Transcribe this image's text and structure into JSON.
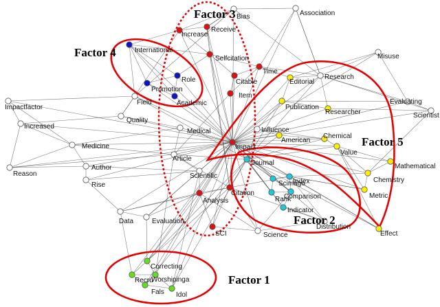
{
  "factors": [
    {
      "id": "f1",
      "label": "Factor 1"
    },
    {
      "id": "f2",
      "label": "Factor 2"
    },
    {
      "id": "f3",
      "label": "Factor 3"
    },
    {
      "id": "f4",
      "label": "Factor 4"
    },
    {
      "id": "f5",
      "label": "Factor 5"
    }
  ],
  "colors": {
    "default": "#ffffff",
    "f1": "#66dd22",
    "f2": "#22c8d8",
    "f3": "#dd1111",
    "f4": "#1111cc",
    "f5": "#ffee00",
    "hull": "#e60000"
  },
  "nodes": [
    {
      "id": "bias",
      "label": "Bias",
      "group": "default"
    },
    {
      "id": "association",
      "label": "Association",
      "group": "default"
    },
    {
      "id": "misuse",
      "label": "Misuse",
      "group": "default"
    },
    {
      "id": "evaluating",
      "label": "Evaluating",
      "group": "default"
    },
    {
      "id": "scientist",
      "label": "Scientist",
      "group": "default"
    },
    {
      "id": "impactfactor",
      "label": "Impactfactor",
      "group": "default"
    },
    {
      "id": "increased",
      "label": "Increased",
      "group": "default"
    },
    {
      "id": "medicine",
      "label": "Medicine",
      "group": "default"
    },
    {
      "id": "reason",
      "label": "Reason",
      "group": "default"
    },
    {
      "id": "author",
      "label": "Author",
      "group": "default"
    },
    {
      "id": "rise",
      "label": "Rise",
      "group": "default"
    },
    {
      "id": "data",
      "label": "Data",
      "group": "default"
    },
    {
      "id": "evaluation",
      "label": "Evaluation",
      "group": "default"
    },
    {
      "id": "science",
      "label": "Science",
      "group": "default"
    },
    {
      "id": "distribution",
      "label": "Distribution",
      "group": "default"
    },
    {
      "id": "field",
      "label": "Field",
      "group": "default"
    },
    {
      "id": "quality",
      "label": "Quality",
      "group": "default"
    },
    {
      "id": "medical",
      "label": "Medical",
      "group": "default"
    },
    {
      "id": "article",
      "label": "Article",
      "group": "default"
    },
    {
      "id": "scientific",
      "label": "Scientific",
      "group": "default"
    },
    {
      "id": "influence",
      "label": "Influence",
      "group": "default"
    },
    {
      "id": "increase",
      "label": "Increase",
      "group": "f3"
    },
    {
      "id": "receive",
      "label": "Receive",
      "group": "f3"
    },
    {
      "id": "selfcitation",
      "label": "Selfcitation",
      "group": "f3"
    },
    {
      "id": "time",
      "label": "Time",
      "group": "f3"
    },
    {
      "id": "citable",
      "label": "Citable",
      "group": "f3"
    },
    {
      "id": "item",
      "label": "Item",
      "group": "f3"
    },
    {
      "id": "impact",
      "label": "Impact",
      "group": "f3"
    },
    {
      "id": "citation",
      "label": "Citation",
      "group": "f3"
    },
    {
      "id": "analysis",
      "label": "Analysis",
      "group": "f3"
    },
    {
      "id": "sci",
      "label": "SCI",
      "group": "f3"
    },
    {
      "id": "international",
      "label": "International",
      "group": "f4"
    },
    {
      "id": "role",
      "label": "Role",
      "group": "f4"
    },
    {
      "id": "promotion",
      "label": "Promotion",
      "group": "f4"
    },
    {
      "id": "academic",
      "label": "Academic",
      "group": "f4"
    },
    {
      "id": "editorial",
      "label": "Editorial",
      "group": "f5"
    },
    {
      "id": "research",
      "label": "Research",
      "group": "default"
    },
    {
      "id": "publication",
      "label": "Publication",
      "group": "f5"
    },
    {
      "id": "researcher",
      "label": "Researcher",
      "group": "f5"
    },
    {
      "id": "american",
      "label": "American",
      "group": "f5"
    },
    {
      "id": "chemical",
      "label": "Chemical",
      "group": "f5"
    },
    {
      "id": "value",
      "label": "Value",
      "group": "f5"
    },
    {
      "id": "mathematical",
      "label": "Mathematical",
      "group": "f5"
    },
    {
      "id": "chemistry",
      "label": "Chemistry",
      "group": "f5"
    },
    {
      "id": "metric",
      "label": "Metric",
      "group": "f5"
    },
    {
      "id": "effect",
      "label": "Effect",
      "group": "f5"
    },
    {
      "id": "journal",
      "label": "Journal",
      "group": "f2"
    },
    {
      "id": "index",
      "label": "Index",
      "group": "f2"
    },
    {
      "id": "scimago",
      "label": "Scimago",
      "group": "f2"
    },
    {
      "id": "rank",
      "label": "Rank",
      "group": "f2"
    },
    {
      "id": "comparison",
      "label": "Comparison",
      "group": "f2"
    },
    {
      "id": "indicator",
      "label": "Indicator",
      "group": "f2"
    },
    {
      "id": "correcting",
      "label": "Correcting",
      "group": "f1"
    },
    {
      "id": "recruit",
      "label": "Recru",
      "group": "f1"
    },
    {
      "id": "worshiping",
      "label": "Worshipinga",
      "group": "f1"
    },
    {
      "id": "false",
      "label": "Fals",
      "group": "f1"
    },
    {
      "id": "idol",
      "label": "Idol",
      "group": "f1"
    }
  ],
  "edges": [
    [
      "impact",
      "citation"
    ],
    [
      "impact",
      "journal"
    ],
    [
      "impact",
      "article"
    ],
    [
      "impact",
      "influence"
    ],
    [
      "impact",
      "medical"
    ],
    [
      "impact",
      "scientific"
    ],
    [
      "impact",
      "selfcitation"
    ],
    [
      "impact",
      "increase"
    ],
    [
      "impact",
      "receive"
    ],
    [
      "impact",
      "time"
    ],
    [
      "impact",
      "citable"
    ],
    [
      "impact",
      "item"
    ],
    [
      "impact",
      "analysis"
    ],
    [
      "impact",
      "sci"
    ],
    [
      "impact",
      "international"
    ],
    [
      "impact",
      "role"
    ],
    [
      "impact",
      "promotion"
    ],
    [
      "impact",
      "academic"
    ],
    [
      "impact",
      "field"
    ],
    [
      "impact",
      "quality"
    ],
    [
      "impact",
      "editorial"
    ],
    [
      "impact",
      "research"
    ],
    [
      "impact",
      "publication"
    ],
    [
      "impact",
      "researcher"
    ],
    [
      "impact",
      "american"
    ],
    [
      "impact",
      "chemical"
    ],
    [
      "impact",
      "value"
    ],
    [
      "impact",
      "index"
    ],
    [
      "impact",
      "scimago"
    ],
    [
      "impact",
      "rank"
    ],
    [
      "impact",
      "comparison"
    ],
    [
      "impact",
      "indicator"
    ],
    [
      "impact",
      "correcting"
    ],
    [
      "impact",
      "recruit"
    ],
    [
      "impact",
      "worshiping"
    ],
    [
      "impact",
      "false"
    ],
    [
      "impact",
      "idol"
    ],
    [
      "impact",
      "medicine"
    ],
    [
      "impact",
      "author"
    ],
    [
      "impact",
      "increased"
    ],
    [
      "impact",
      "impactfactor"
    ],
    [
      "impact",
      "reason"
    ],
    [
      "impact",
      "rise"
    ],
    [
      "impact",
      "data"
    ],
    [
      "impact",
      "evaluation"
    ],
    [
      "impact",
      "science"
    ],
    [
      "impact",
      "distribution"
    ],
    [
      "impact",
      "association"
    ],
    [
      "impact",
      "bias"
    ],
    [
      "impact",
      "misuse"
    ],
    [
      "impact",
      "evaluating"
    ],
    [
      "impact",
      "scientist"
    ],
    [
      "impact",
      "mathematical"
    ],
    [
      "impact",
      "chemistry"
    ],
    [
      "impact",
      "metric"
    ],
    [
      "impact",
      "effect"
    ],
    [
      "journal",
      "index"
    ],
    [
      "journal",
      "scimago"
    ],
    [
      "journal",
      "rank"
    ],
    [
      "journal",
      "comparison"
    ],
    [
      "journal",
      "indicator"
    ],
    [
      "journal",
      "citation"
    ],
    [
      "journal",
      "article"
    ],
    [
      "journal",
      "publication"
    ],
    [
      "journal",
      "research"
    ],
    [
      "journal",
      "correcting"
    ],
    [
      "journal",
      "idol"
    ],
    [
      "journal",
      "false"
    ],
    [
      "journal",
      "value"
    ],
    [
      "journal",
      "chemical"
    ],
    [
      "journal",
      "american"
    ],
    [
      "journal",
      "influence"
    ],
    [
      "journal",
      "field"
    ],
    [
      "journal",
      "effect"
    ],
    [
      "citation",
      "analysis"
    ],
    [
      "citation",
      "selfcitation"
    ],
    [
      "citation",
      "article"
    ],
    [
      "citation",
      "index"
    ],
    [
      "citation",
      "sci"
    ],
    [
      "citation",
      "data"
    ],
    [
      "citation",
      "correcting"
    ],
    [
      "citation",
      "science"
    ],
    [
      "citation",
      "distribution"
    ],
    [
      "citation",
      "receive"
    ],
    [
      "selfcitation",
      "increase"
    ],
    [
      "selfcitation",
      "receive"
    ],
    [
      "selfcitation",
      "time"
    ],
    [
      "selfcitation",
      "citable"
    ],
    [
      "selfcitation",
      "international"
    ],
    [
      "selfcitation",
      "role"
    ],
    [
      "item",
      "citable"
    ],
    [
      "item",
      "time"
    ],
    [
      "item",
      "article"
    ],
    [
      "international",
      "role"
    ],
    [
      "international",
      "promotion"
    ],
    [
      "international",
      "academic"
    ],
    [
      "role",
      "promotion"
    ],
    [
      "promotion",
      "academic"
    ],
    [
      "academic",
      "role"
    ],
    [
      "editorial",
      "publication"
    ],
    [
      "editorial",
      "research"
    ],
    [
      "researcher",
      "publication"
    ],
    [
      "research",
      "researcher"
    ],
    [
      "research",
      "misuse"
    ],
    [
      "research",
      "evaluating"
    ],
    [
      "research",
      "scientist"
    ],
    [
      "research",
      "association"
    ],
    [
      "research",
      "bias"
    ],
    [
      "chemical",
      "american"
    ],
    [
      "chemical",
      "value"
    ],
    [
      "chemistry",
      "mathematical"
    ],
    [
      "chemistry",
      "metric"
    ],
    [
      "chemistry",
      "value"
    ],
    [
      "metric",
      "value"
    ],
    [
      "effect",
      "value"
    ],
    [
      "effect",
      "index"
    ],
    [
      "mathematical",
      "value"
    ],
    [
      "chemistry",
      "index"
    ],
    [
      "metric",
      "index"
    ],
    [
      "index",
      "scimago"
    ],
    [
      "scimago",
      "rank"
    ],
    [
      "rank",
      "comparison"
    ],
    [
      "comparison",
      "indicator"
    ],
    [
      "scimago",
      "comparison"
    ],
    [
      "index",
      "comparison"
    ],
    [
      "index",
      "metric"
    ],
    [
      "correcting",
      "recruit"
    ],
    [
      "correcting",
      "worshiping"
    ],
    [
      "worshiping",
      "false"
    ],
    [
      "false",
      "idol"
    ],
    [
      "recruit",
      "false"
    ],
    [
      "recruit",
      "worshiping"
    ],
    [
      "worshiping",
      "idol"
    ],
    [
      "bias",
      "association"
    ],
    [
      "bias",
      "receive"
    ],
    [
      "bias",
      "increase"
    ],
    [
      "association",
      "research"
    ],
    [
      "association",
      "time"
    ],
    [
      "bias",
      "field"
    ],
    [
      "medicine",
      "increased"
    ],
    [
      "medicine",
      "medical"
    ],
    [
      "medicine",
      "author"
    ],
    [
      "increased",
      "impactfactor"
    ],
    [
      "impactfactor",
      "field"
    ],
    [
      "reason",
      "medicine"
    ],
    [
      "reason",
      "author"
    ],
    [
      "reason",
      "article"
    ],
    [
      "author",
      "scientific"
    ],
    [
      "author",
      "rise"
    ],
    [
      "rise",
      "data"
    ],
    [
      "rise",
      "scientific"
    ],
    [
      "data",
      "evaluation"
    ],
    [
      "data",
      "analysis"
    ],
    [
      "evaluation",
      "analysis"
    ],
    [
      "evaluation",
      "scientific"
    ],
    [
      "science",
      "distribution"
    ],
    [
      "science",
      "analysis"
    ],
    [
      "science",
      "comparison"
    ],
    [
      "distribution",
      "index"
    ],
    [
      "distribution",
      "indicator"
    ],
    [
      "field",
      "quality"
    ],
    [
      "quality",
      "medical"
    ],
    [
      "quality",
      "increase"
    ],
    [
      "field",
      "international"
    ],
    [
      "medical",
      "article"
    ],
    [
      "article",
      "scientific"
    ],
    [
      "scientific",
      "analysis"
    ],
    [
      "influence",
      "american"
    ],
    [
      "influence",
      "publication"
    ],
    [
      "influence",
      "chemical"
    ],
    [
      "increase",
      "receive"
    ],
    [
      "increase",
      "international"
    ],
    [
      "receive",
      "bias"
    ],
    [
      "time",
      "citable"
    ],
    [
      "time",
      "research"
    ],
    [
      "time",
      "editorial"
    ],
    [
      "misuse",
      "evaluating"
    ],
    [
      "evaluating",
      "scientist"
    ],
    [
      "scientist",
      "researcher"
    ],
    [
      "misuse",
      "editorial"
    ],
    [
      "scientist",
      "chemistry"
    ],
    [
      "evaluating",
      "publication"
    ],
    [
      "impactfactor",
      "medicine"
    ],
    [
      "increased",
      "quality"
    ],
    [
      "medicine",
      "article"
    ],
    [
      "reason",
      "increased"
    ],
    [
      "sci",
      "analysis"
    ],
    [
      "sci",
      "science"
    ],
    [
      "analysis",
      "correcting"
    ],
    [
      "evaluation",
      "correcting"
    ],
    [
      "data",
      "recruit"
    ],
    [
      "scientific",
      "idol"
    ],
    [
      "article",
      "worshiping"
    ]
  ]
}
